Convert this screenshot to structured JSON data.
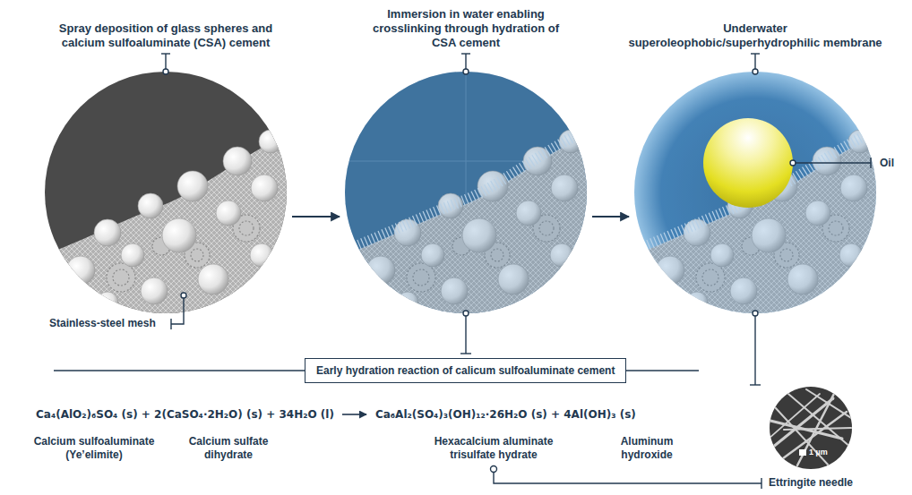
{
  "diagram": {
    "nodes": [
      {
        "text": [
          "Spray deposition of glass spheres and calcium sulfoaluminate (CSA) cement"
        ]
      },
      {
        "text": [
          "Immersion in water enabling crosslinking through hydration of CSA cement"
        ]
      },
      {
        "text": [
          "Underwater superoleophobic/superhydrophilic membrane"
        ]
      },
      {
        "text": [
          "Early hydration reaction of calicum sulfoaluminate cement"
        ]
      }
    ],
    "edges": [
      {
        "from": 0,
        "to": 1,
        "arrow": "to"
      },
      {
        "from": 1,
        "to": 2,
        "arrow": "to"
      }
    ],
    "labels": [
      "Stainless-steel mesh",
      "Oil",
      "Ca₄(AlO₂)₆SO₄ (s) + 2(CaSO₄·2H₂O) (s) + 34H₂O (l)",
      "Ca₆Al₂(SO₄)₃(OH)₁₂·26H₂O (s) + 4Al(OH)₃ (s)",
      "Calcium sulfoaluminate (Ye’elimite)",
      "Calcium sulfate dihydrate",
      "Hexacalcium aluminate trisulfate hydrate",
      "Aluminum hydroxide",
      "1 µm",
      "Ettringite needle"
    ]
  }
}
